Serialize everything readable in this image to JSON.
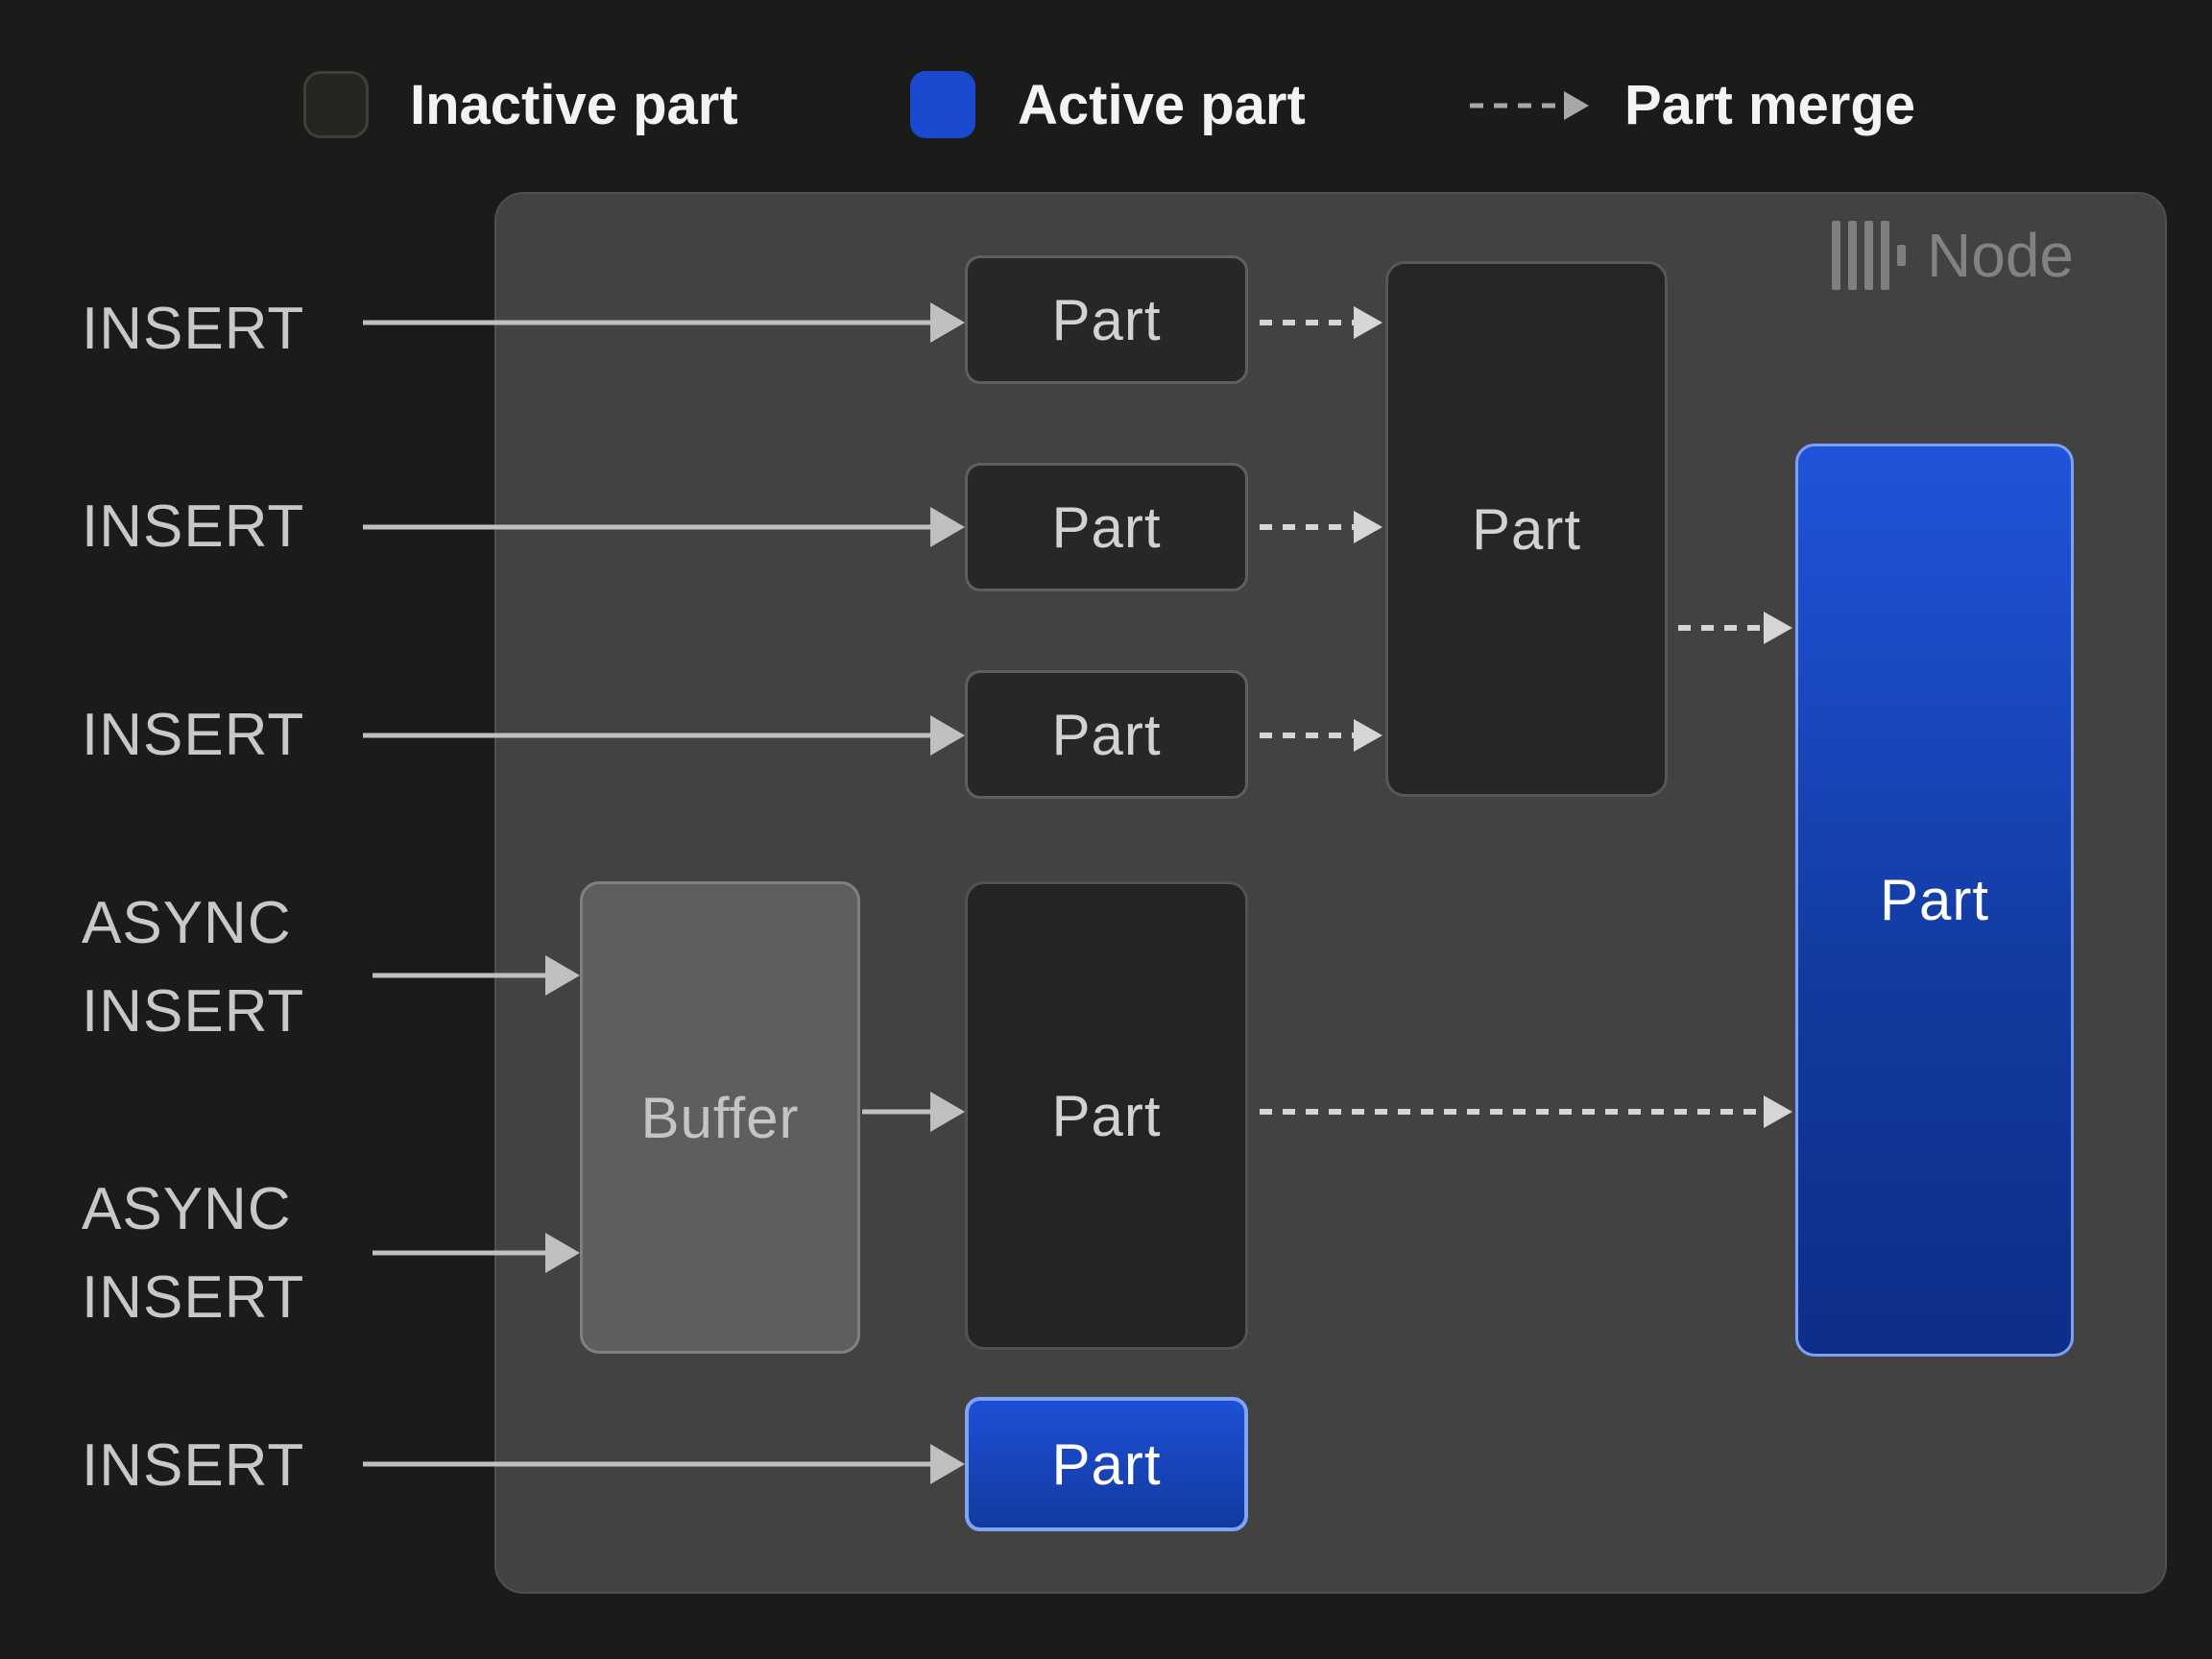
{
  "colors": {
    "background": "#1b1b1a",
    "node_fill": "#424242",
    "inactive_part_fill": "#272727",
    "inactive_part_border": "#5f5f5f",
    "buffer_fill": "#5e5e5e",
    "active_blue_top": "#2053da",
    "active_blue_bottom": "#0d2d89",
    "active_border": "#7fa1f3",
    "solid_arrow": "#c0c0c0",
    "dashed_arrow": "#d6d6d6",
    "label_text": "#c8c8c8",
    "legend_text": "#f3f3f3",
    "node_label_text": "#828282"
  },
  "legend": {
    "inactive": {
      "label": "Inactive part",
      "swatch": "inactive-part-swatch"
    },
    "active": {
      "label": "Active part",
      "swatch": "active-part-swatch"
    },
    "merge": {
      "label": "Part merge",
      "swatch": "dashed-arrow-sample"
    }
  },
  "node": {
    "title": "Node",
    "logo": "clickhouse-bars-icon"
  },
  "inputs": {
    "insert1": "INSERT",
    "insert2": "INSERT",
    "insert3": "INSERT",
    "async1": {
      "line1": "ASYNC",
      "line2": "INSERT"
    },
    "async2": {
      "line1": "ASYNC",
      "line2": "INSERT"
    },
    "insert4": "INSERT"
  },
  "boxes": {
    "part1": "Part",
    "part2": "Part",
    "part3": "Part",
    "merged": "Part",
    "buffer": "Buffer",
    "buffered": "Part",
    "active": "Part",
    "bottom": "Part"
  },
  "flows": [
    {
      "from": "insert1",
      "to": "part1",
      "style": "solid"
    },
    {
      "from": "insert2",
      "to": "part2",
      "style": "solid"
    },
    {
      "from": "insert3",
      "to": "part3",
      "style": "solid"
    },
    {
      "from": "async-insert1",
      "to": "buffer",
      "style": "solid"
    },
    {
      "from": "async-insert2",
      "to": "buffer",
      "style": "solid"
    },
    {
      "from": "buffer",
      "to": "buffered-part",
      "style": "solid"
    },
    {
      "from": "insert4",
      "to": "bottom-part",
      "style": "solid"
    },
    {
      "from": "part1",
      "to": "merged-part",
      "style": "dashed-merge"
    },
    {
      "from": "part2",
      "to": "merged-part",
      "style": "dashed-merge"
    },
    {
      "from": "part3",
      "to": "merged-part",
      "style": "dashed-merge"
    },
    {
      "from": "merged-part",
      "to": "active-part",
      "style": "dashed-merge"
    },
    {
      "from": "buffered-part",
      "to": "active-part",
      "style": "dashed-merge"
    }
  ]
}
